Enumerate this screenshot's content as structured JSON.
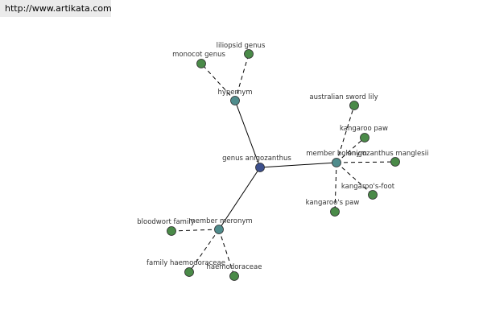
{
  "header": {
    "url": "http://www.artikata.com"
  },
  "colors": {
    "center": "#3c4f8c",
    "relation": "#4f8c8c",
    "leaf": "#4a8a48",
    "edge": "#000000"
  },
  "graph": {
    "nodes": [
      {
        "id": "center",
        "label": "genus anigozanthus",
        "kind": "center"
      },
      {
        "id": "hypernym",
        "label": "hypernym",
        "kind": "relation"
      },
      {
        "id": "holonym",
        "label": "member holonym",
        "kind": "relation"
      },
      {
        "id": "meronym",
        "label": "member meronym",
        "kind": "relation"
      },
      {
        "id": "monocot",
        "label": "monocot genus",
        "kind": "leaf"
      },
      {
        "id": "liliopsid",
        "label": "liliopsid genus",
        "kind": "leaf"
      },
      {
        "id": "sword-lily",
        "label": "australian sword lily",
        "kind": "leaf"
      },
      {
        "id": "kangaroo-paw",
        "label": "kangaroo paw",
        "kind": "leaf"
      },
      {
        "id": "manglesii",
        "label": "anigozanthus manglesii",
        "kind": "leaf"
      },
      {
        "id": "kangaroo-foot",
        "label": "kangaroo's-foot",
        "kind": "leaf"
      },
      {
        "id": "kangaroos-paw",
        "label": "kangaroo's paw",
        "kind": "leaf"
      },
      {
        "id": "bloodwort",
        "label": "bloodwort family",
        "kind": "leaf"
      },
      {
        "id": "haemodoraceae-family",
        "label": "family haemodoraceae",
        "kind": "leaf"
      },
      {
        "id": "haemodoraceae",
        "label": "haemodoraceae",
        "kind": "leaf"
      }
    ],
    "edges": [
      {
        "from": "center",
        "to": "hypernym",
        "style": "solid"
      },
      {
        "from": "center",
        "to": "holonym",
        "style": "solid"
      },
      {
        "from": "center",
        "to": "meronym",
        "style": "solid"
      },
      {
        "from": "hypernym",
        "to": "monocot",
        "style": "dashed"
      },
      {
        "from": "hypernym",
        "to": "liliopsid",
        "style": "dashed"
      },
      {
        "from": "holonym",
        "to": "sword-lily",
        "style": "dashed"
      },
      {
        "from": "holonym",
        "to": "kangaroo-paw",
        "style": "dashed"
      },
      {
        "from": "holonym",
        "to": "manglesii",
        "style": "dashed"
      },
      {
        "from": "holonym",
        "to": "kangaroo-foot",
        "style": "dashed"
      },
      {
        "from": "holonym",
        "to": "kangaroos-paw",
        "style": "dashed"
      },
      {
        "from": "meronym",
        "to": "bloodwort",
        "style": "dashed"
      },
      {
        "from": "meronym",
        "to": "haemodoraceae-family",
        "style": "dashed"
      },
      {
        "from": "meronym",
        "to": "haemodoraceae",
        "style": "dashed"
      }
    ]
  }
}
